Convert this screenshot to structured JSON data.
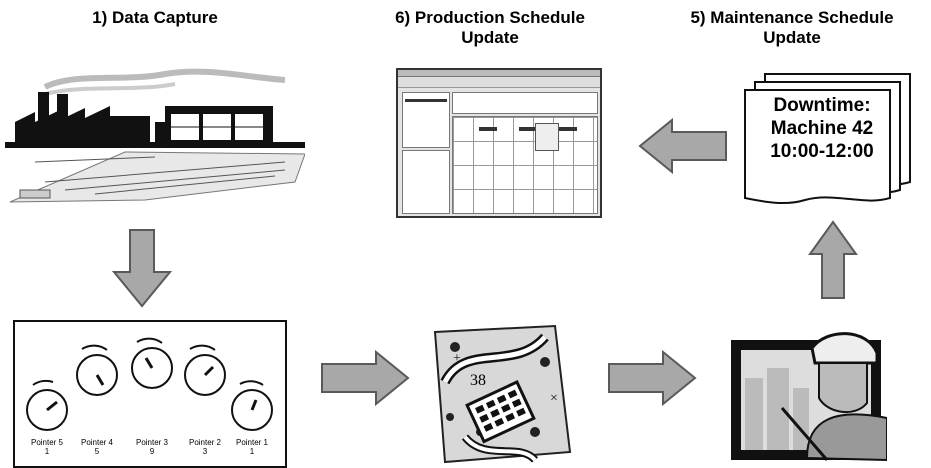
{
  "titles": {
    "step1": "1) Data Capture",
    "step6_line1": "6) Production Schedule",
    "step6_line2": "Update",
    "step5_line1": "5) Maintenance Schedule",
    "step5_line2": "Update"
  },
  "meters": [
    {
      "label": "Pointer 5",
      "value": "1"
    },
    {
      "label": "Pointer 4",
      "value": "5"
    },
    {
      "label": "Pointer 3",
      "value": "9"
    },
    {
      "label": "Pointer 2",
      "value": "3"
    },
    {
      "label": "Pointer 1",
      "value": "1"
    }
  ],
  "document": {
    "line1": "Downtime:",
    "line2": "Machine 42",
    "line3": "10:00-12:00"
  },
  "calc_overlay": "38",
  "colors": {
    "arrow_fill": "#a8a8a8",
    "arrow_stroke": "#5a5a5a"
  }
}
